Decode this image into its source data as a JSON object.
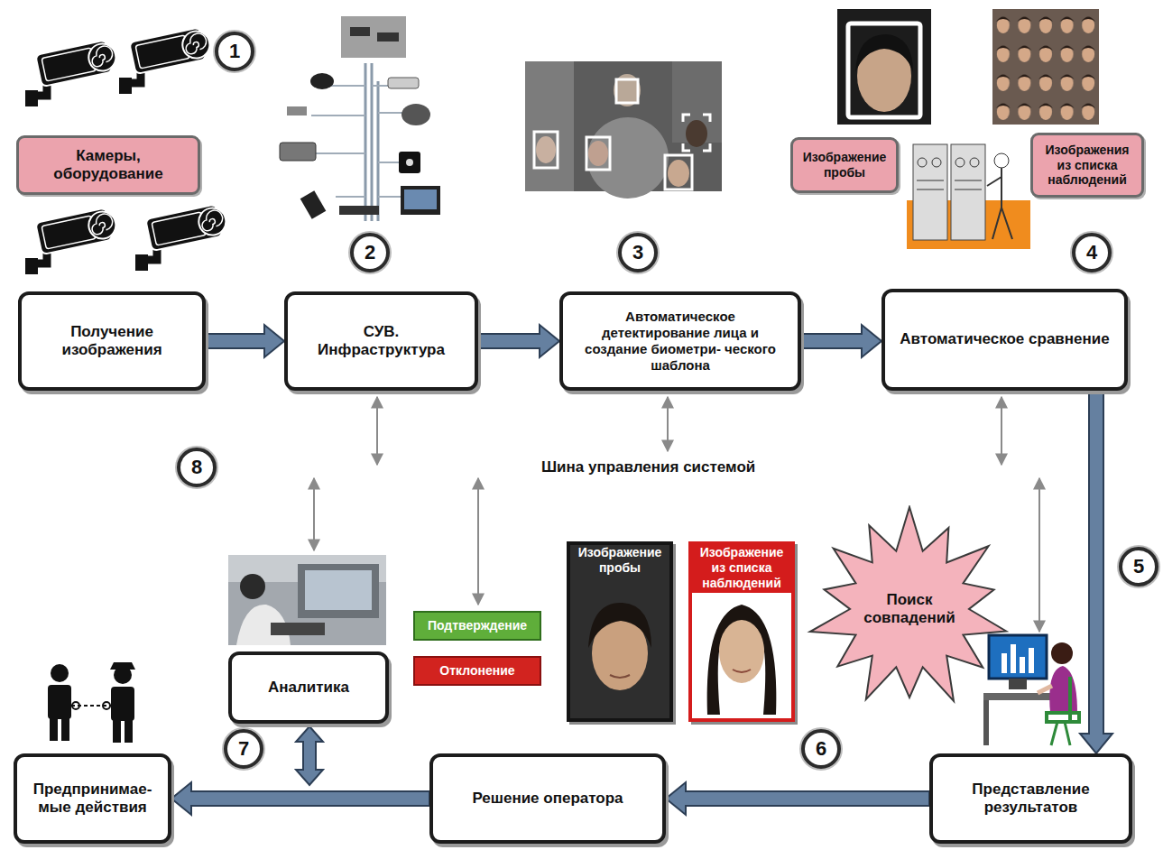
{
  "diagram": {
    "nodes": [
      {
        "text": [
          "Камеры, оборудование"
        ]
      },
      {
        "text": [
          "Изображение пробы"
        ]
      },
      {
        "text": [
          "Изображения из списка наблюдений"
        ]
      },
      {
        "text": [
          "Получение изображения"
        ]
      },
      {
        "text": [
          "СУВ. Инфраструктура"
        ]
      },
      {
        "text": [
          "Автоматическое детектирование лица и создание биометри- ческого шаблона"
        ]
      },
      {
        "text": [
          "Автоматическое сравнение"
        ]
      },
      {
        "text": [
          "Поиск совпадений"
        ]
      },
      {
        "text": [
          "Подтверждение"
        ]
      },
      {
        "text": [
          "Отклонение"
        ]
      },
      {
        "text": [
          "Изображение пробы"
        ]
      },
      {
        "text": [
          "Изображение из списка наблюдений"
        ]
      },
      {
        "text": [
          "Аналитика"
        ]
      },
      {
        "text": [
          "Предпринимае- мые действия"
        ]
      },
      {
        "text": [
          "Решение оператора"
        ]
      },
      {
        "text": [
          "Представление результатов"
        ]
      }
    ],
    "edges": [
      {
        "from": 3,
        "to": 4,
        "arrow": "to"
      },
      {
        "from": 4,
        "to": 5,
        "arrow": "to"
      },
      {
        "from": 5,
        "to": 6,
        "arrow": "to"
      },
      {
        "from": 6,
        "to": 15,
        "arrow": "to"
      },
      {
        "from": 15,
        "to": 14,
        "arrow": "to"
      },
      {
        "from": 14,
        "to": 13,
        "arrow": "to"
      }
    ],
    "labels": [
      "1",
      "2",
      "3",
      "4",
      "5",
      "6",
      "7",
      "8",
      "Шина управления системой"
    ]
  }
}
